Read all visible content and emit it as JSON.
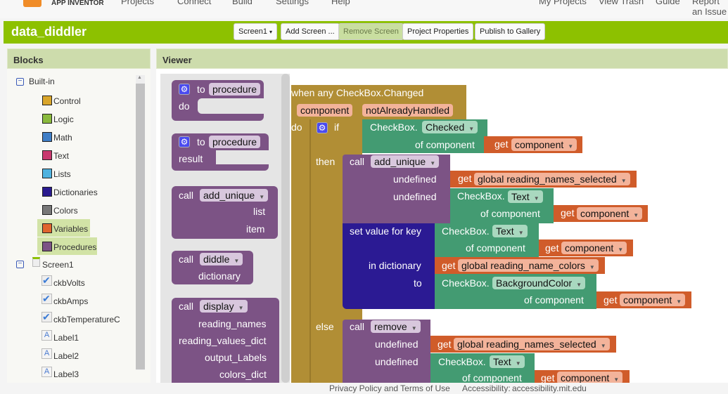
{
  "app": {
    "logo_text": "APP INVENTOR",
    "menu": [
      "Projects",
      "Connect",
      "Build",
      "Settings",
      "Help"
    ],
    "right_menu": [
      "My Projects",
      "View Trash",
      "Guide",
      "Report an Issue"
    ]
  },
  "project": {
    "title": "data_diddler",
    "screen_select": "Screen1",
    "add_screen": "Add Screen ...",
    "remove_screen": "Remove Screen",
    "project_properties": "Project Properties",
    "publish": "Publish to Gallery"
  },
  "blocks_panel": {
    "title": "Blocks",
    "builtin": "Built-in",
    "categories": [
      {
        "label": "Control",
        "color": "#d9a52a"
      },
      {
        "label": "Logic",
        "color": "#8aba3d"
      },
      {
        "label": "Math",
        "color": "#3f7ec6"
      },
      {
        "label": "Text",
        "color": "#c8386e"
      },
      {
        "label": "Lists",
        "color": "#4fb3e0"
      },
      {
        "label": "Dictionaries",
        "color": "#2a1b8f"
      },
      {
        "label": "Colors",
        "color": "#777777"
      },
      {
        "label": "Variables",
        "color": "#e0652e"
      },
      {
        "label": "Procedures",
        "color": "#7c5385"
      }
    ],
    "screen": "Screen1",
    "components": [
      "ckbVolts",
      "ckbAmps",
      "ckbTemperatureC",
      "Label1",
      "Label2",
      "Label3"
    ]
  },
  "viewer": {
    "title": "Viewer",
    "flyout": {
      "proc_do": {
        "to": "to",
        "name": "procedure",
        "do": "do"
      },
      "proc_result": {
        "to": "to",
        "name": "procedure",
        "result": "result"
      },
      "call_add_unique": {
        "call": "call",
        "name": "add_unique",
        "args": [
          "list",
          "item"
        ]
      },
      "call_diddle": {
        "call": "call",
        "name": "diddle",
        "args": [
          "dictionary"
        ]
      },
      "call_display": {
        "call": "call",
        "name": "display",
        "args": [
          "reading_names",
          "reading_values_dict",
          "output_Labels",
          "colors_dict"
        ]
      }
    },
    "event": {
      "title": "when any CheckBox.Changed",
      "params": [
        "component",
        "notAlreadyHandled"
      ],
      "do": "do",
      "if": "if",
      "then": "then",
      "else": "else",
      "checkbox": "CheckBox.",
      "checked": "Checked",
      "text": "Text",
      "bgcolor": "BackgroundColor",
      "of_component": "of component",
      "get": "get",
      "component": "component",
      "call": "call",
      "add_unique": "add_unique",
      "remove": "remove",
      "undefined": "undefined",
      "names_selected": "global reading_names_selected",
      "name_colors": "global reading_name_colors",
      "set_value": "set value for key",
      "in_dictionary": "in dictionary",
      "to": "to"
    }
  },
  "footer": {
    "privacy": "Privacy Policy and Terms of Use",
    "accessibility_label": "Accessibility:",
    "accessibility_link": "accessibility.mit.edu"
  }
}
